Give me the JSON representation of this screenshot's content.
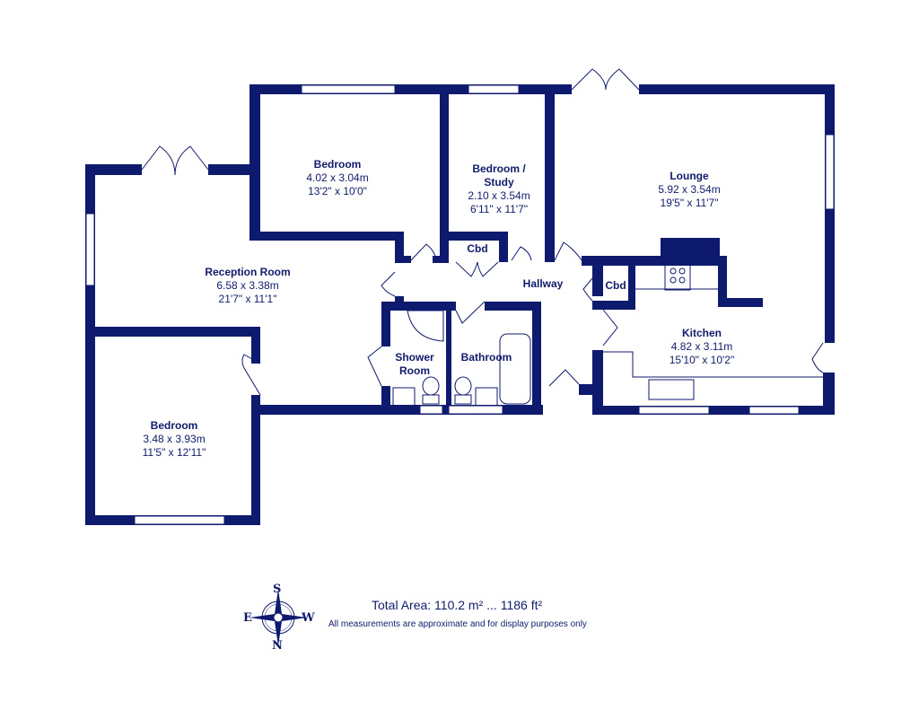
{
  "rooms": {
    "reception": {
      "name": "Reception Room",
      "metric": "6.58 x 3.38m",
      "imperial": "21'7\" x 11'1\""
    },
    "bedroom1": {
      "name": "Bedroom",
      "metric": "4.02 x 3.04m",
      "imperial": "13'2\" x 10'0\""
    },
    "study": {
      "name": "Bedroom / Study",
      "metric": "2.10 x 3.54m",
      "imperial": "6'11\" x 11'7\""
    },
    "lounge": {
      "name": "Lounge",
      "metric": "5.92 x 3.54m",
      "imperial": "19'5\" x 11'7\""
    },
    "kitchen": {
      "name": "Kitchen",
      "metric": "4.82 x 3.11m",
      "imperial": "15'10\" x 10'2\""
    },
    "bedroom2": {
      "name": "Bedroom",
      "metric": "3.48 x 3.93m",
      "imperial": "11'5\" x 12'11\""
    },
    "hallway": {
      "name": "Hallway"
    },
    "cbd1": {
      "name": "Cbd"
    },
    "cbd2": {
      "name": "Cbd"
    },
    "shower": {
      "name": "Shower Room"
    },
    "bathroom": {
      "name": "Bathroom"
    }
  },
  "footer": {
    "total_area": "Total Area: 110.2 m² ... 1186 ft²",
    "disclaimer": "All measurements are approximate and for display purposes only"
  },
  "compass": {
    "top": "S",
    "left": "E",
    "right": "W",
    "bottom": "N"
  },
  "colors": {
    "wall": "#0e1a6e",
    "text": "#101c6b"
  }
}
